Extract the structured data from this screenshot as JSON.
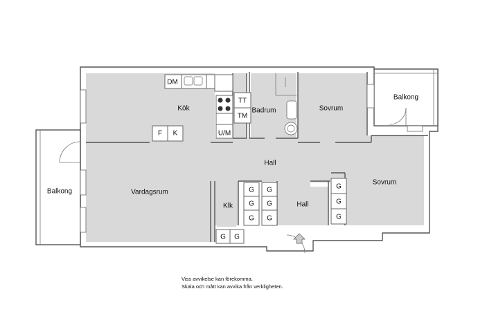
{
  "rooms": {
    "kok": "Kök",
    "badrum": "Badrum",
    "sovrum1": "Sovrum",
    "balkong_right": "Balkong",
    "balkong_left": "Balkong",
    "vardagsrum": "Vardagsrum",
    "hall_main": "Hall",
    "hall_entry": "Hall",
    "sovrum2": "Sovrum",
    "klk": "Klk"
  },
  "appliances": {
    "dm": "DM",
    "tt": "TT",
    "tm": "TM",
    "um": "U/M",
    "f": "F",
    "k": "K",
    "g": "G"
  },
  "notes": {
    "line1": "Viss avvikelse kan förekomma.",
    "line2": "Skala och mått kan avvika från verkligheten."
  }
}
